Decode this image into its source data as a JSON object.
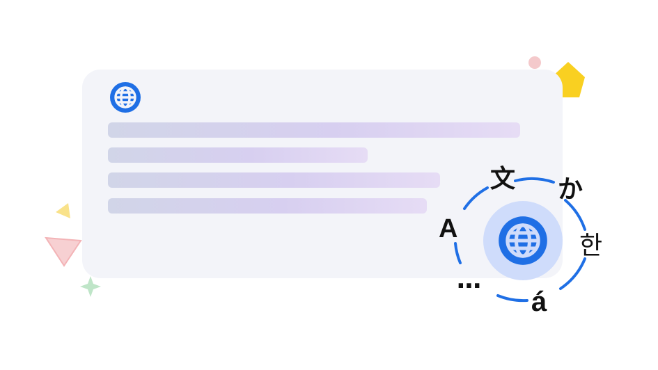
{
  "illustration": {
    "languages": [
      "文",
      "か",
      "A",
      "한",
      "...",
      "á"
    ]
  },
  "colors": {
    "accent": "#1f6fe5",
    "hub": "#cfdcfb",
    "card": "#f3f4f9",
    "yellow": "#f9d021",
    "pink": "#f4c9cb",
    "green": "#bfe5c8"
  },
  "icons": {
    "card": "globe-icon",
    "hub": "globe-icon"
  }
}
